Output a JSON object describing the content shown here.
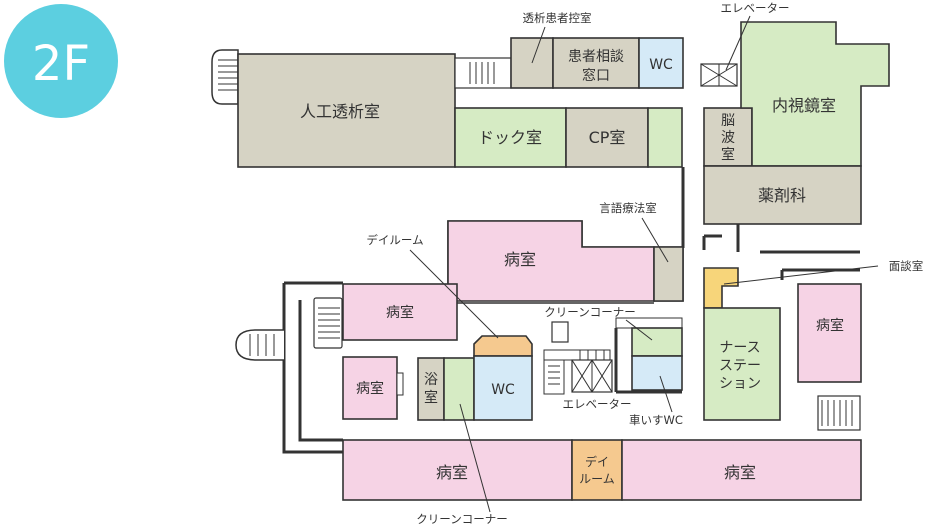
{
  "floor_badge": "2F",
  "colors": {
    "badge": "#5ccfe0",
    "grey_room": "#d6d3c4",
    "green_room": "#d6ebc4",
    "pink_room": "#f6d3e5",
    "blue_room": "#d5eaf7",
    "orange_room": "#f5c98f",
    "yellow_room": "#f7d57a"
  },
  "rooms": {
    "dialysis": "人工透析室",
    "dock": "ドック室",
    "cp": "CP室",
    "patient_consult_1": "患者相談",
    "patient_consult_2": "窓口",
    "wc_top": "WC",
    "eeg_1": "脳",
    "eeg_2": "波",
    "eeg_3": "室",
    "endoscopy": "内視鏡室",
    "pharmacy": "薬剤科",
    "ward_top": "病室",
    "ward_left_upper": "病室",
    "ward_left_lower": "病室",
    "ward_right": "病室",
    "ward_bottom_left": "病室",
    "ward_bottom_right": "病室",
    "bath_1": "浴",
    "bath_2": "室",
    "wc_mid": "WC",
    "nurse_1": "ナース",
    "nurse_2": "ステー",
    "nurse_3": "ション",
    "dayroom_bottom_1": "デイ",
    "dayroom_bottom_2": "ルーム"
  },
  "callouts": {
    "dialysis_waiting": "透析患者控室",
    "elevator_top": "エレベーター",
    "speech_therapy": "言語療法室",
    "dayroom": "デイルーム",
    "interview": "面談室",
    "clean_corner_upper": "クリーンコーナー",
    "elevator_mid": "エレベーター",
    "wheelchair_wc": "車いすWC",
    "clean_corner_lower": "クリーンコーナー"
  }
}
